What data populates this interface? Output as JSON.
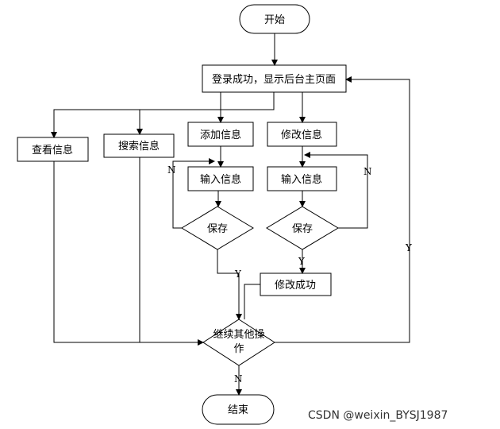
{
  "nodes": {
    "start": "开始",
    "login": "登录成功，显示后台主页面",
    "view": "查看信息",
    "search": "搜索信息",
    "add": "添加信息",
    "modify": "修改信息",
    "input_left": "输入信息",
    "input_right": "输入信息",
    "save_left": "保存",
    "save_right": "保存",
    "modify_success": "修改成功",
    "continue_line1": "继续其他操",
    "continue_line2": "作",
    "end": "结束"
  },
  "edge_labels": {
    "save_left_no": "N",
    "save_left_yes": "Y",
    "save_right_no": "N",
    "save_right_yes": "Y",
    "continue_yes": "Y",
    "continue_no": "N"
  },
  "watermark": "CSDN @weixin_BYSJ1987"
}
